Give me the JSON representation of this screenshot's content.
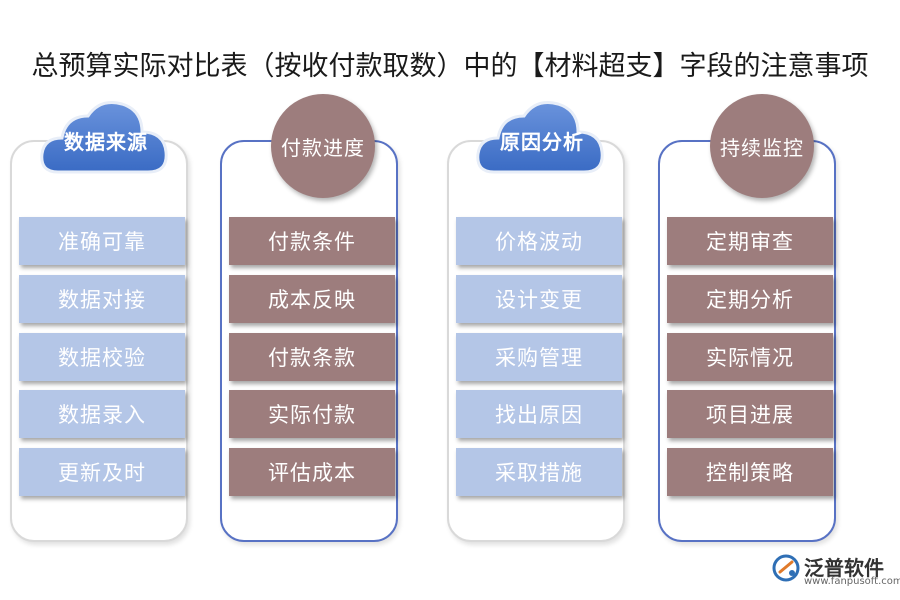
{
  "title": "总预算实际对比表（按收付款取数）中的【材料超支】字段的注意事项",
  "columns": [
    {
      "heading": "数据来源",
      "items": [
        "准确可靠",
        "数据对接",
        "数据校验",
        "数据录入",
        "更新及时"
      ]
    },
    {
      "heading": "付款进度",
      "items": [
        "付款条件",
        "成本反映",
        "付款条款",
        "实际付款",
        "评估成本"
      ]
    },
    {
      "heading": "原因分析",
      "items": [
        "价格波动",
        "设计变更",
        "采购管理",
        "找出原因",
        "采取措施"
      ]
    },
    {
      "heading": "持续监控",
      "items": [
        "定期审查",
        "定期分析",
        "实际情况",
        "项目进展",
        "控制策略"
      ]
    }
  ],
  "logo": {
    "brand": "泛普软件",
    "url": "www.fanpusoft.com"
  },
  "colors": {
    "light_box": "#b4c6e7",
    "dark_box": "#9d7d7d",
    "cloud": "#4472c4",
    "panel_border_blue": "#5872c4"
  }
}
